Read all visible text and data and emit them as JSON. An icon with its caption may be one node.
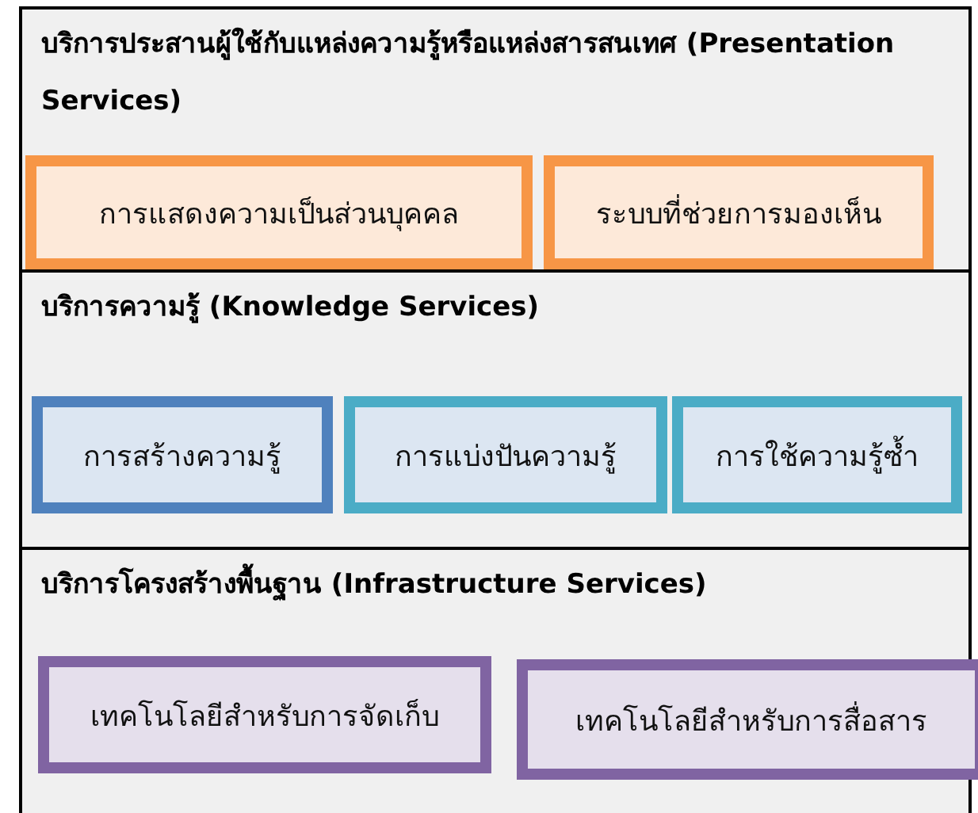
{
  "diagram": {
    "nodes": [
      {
        "text": [
          "บริการประสานผู้ใช้กับแหล่งความรู้หรือแหล่งสารสนเทศ (Presentation Services)"
        ]
      },
      {
        "text": [
          "การแสดงความเป็นส่วนบุคคล"
        ],
        "in": 0
      },
      {
        "text": [
          "ระบบที่ช่วยการมองเห็น"
        ],
        "in": 0
      },
      {
        "text": [
          "บริการความรู้ (Knowledge Services)"
        ]
      },
      {
        "text": [
          "การสร้างความรู้"
        ],
        "in": 3
      },
      {
        "text": [
          "การแบ่งปันความรู้"
        ],
        "in": 3
      },
      {
        "text": [
          "การใช้ความรู้ซ้ำ"
        ],
        "in": 3
      },
      {
        "text": [
          "บริการโครงสร้างพื้นฐาน (Infrastructure Services)"
        ]
      },
      {
        "text": [
          "เทคโนโลยีสำหรับการจัดเก็บ"
        ],
        "in": 7
      },
      {
        "text": [
          "เทคโนโลยีสำหรับการสื่อสาร"
        ],
        "in": 7
      }
    ]
  }
}
